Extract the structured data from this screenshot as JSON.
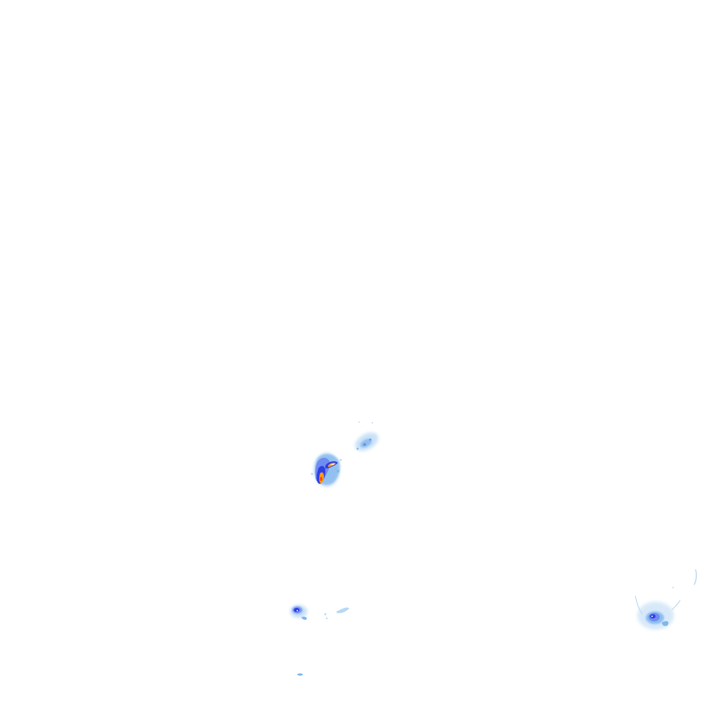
{
  "map": {
    "type": "weather-radar-rainfall-overlay",
    "background_color": "#ffffff",
    "intensity_palette": [
      "#b8d8f5",
      "#7fb6ee",
      "#6f8cf0",
      "#2f3fe6",
      "#ff9a1a",
      "#ff3b1f"
    ],
    "cells": [
      {
        "name": "cell-center-main",
        "peak_intensity": 5
      },
      {
        "name": "cell-center-northeast",
        "peak_intensity": 2
      },
      {
        "name": "cell-south-center",
        "peak_intensity": 4
      },
      {
        "name": "cell-south-east",
        "peak_intensity": 4
      },
      {
        "name": "cell-south-small",
        "peak_intensity": 1
      }
    ]
  }
}
